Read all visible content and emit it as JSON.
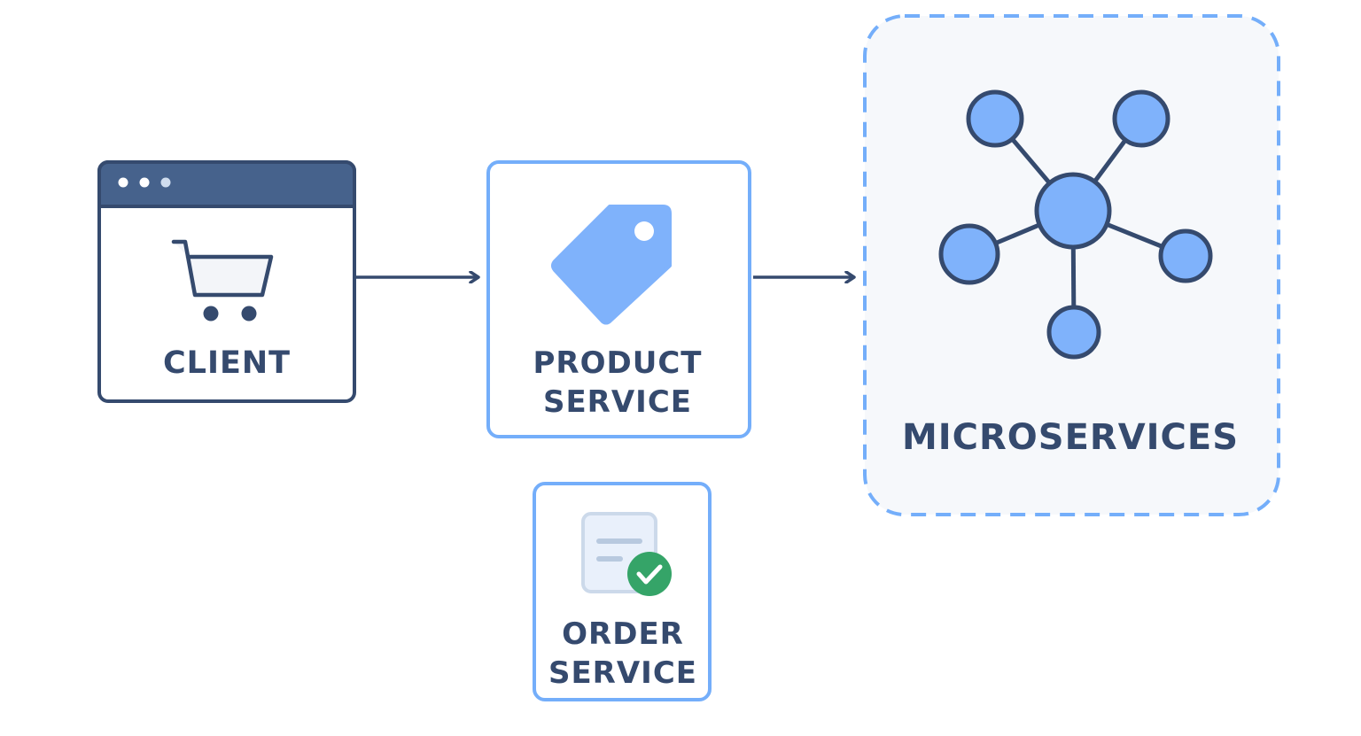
{
  "colors": {
    "dark_navy": "#354a6e",
    "titlebar": "#46628c",
    "accent_blue": "#74aefa",
    "node_fill": "#7fb2fb",
    "panel_bg": "#f6f8fb",
    "doc_bg": "#e9f0fb",
    "doc_border": "#ccd9ea",
    "check_green": "#35a468",
    "white": "#ffffff"
  },
  "client": {
    "label": "CLIENT",
    "icon": "shopping-cart-icon",
    "window_dots": 3
  },
  "product_service": {
    "label_line1": "PRODUCT",
    "label_line2": "SERVICE",
    "icon": "price-tag-icon"
  },
  "order_service": {
    "label_line1": "ORDER",
    "label_line2": "SERVICE",
    "icon": "document-check-icon"
  },
  "microservices": {
    "label": "MICROSERVICES",
    "icon": "network-hub-icon",
    "satellite_nodes": 5
  },
  "connections": [
    {
      "from": "client",
      "to": "product_service"
    },
    {
      "from": "product_service",
      "to": "microservices"
    }
  ]
}
